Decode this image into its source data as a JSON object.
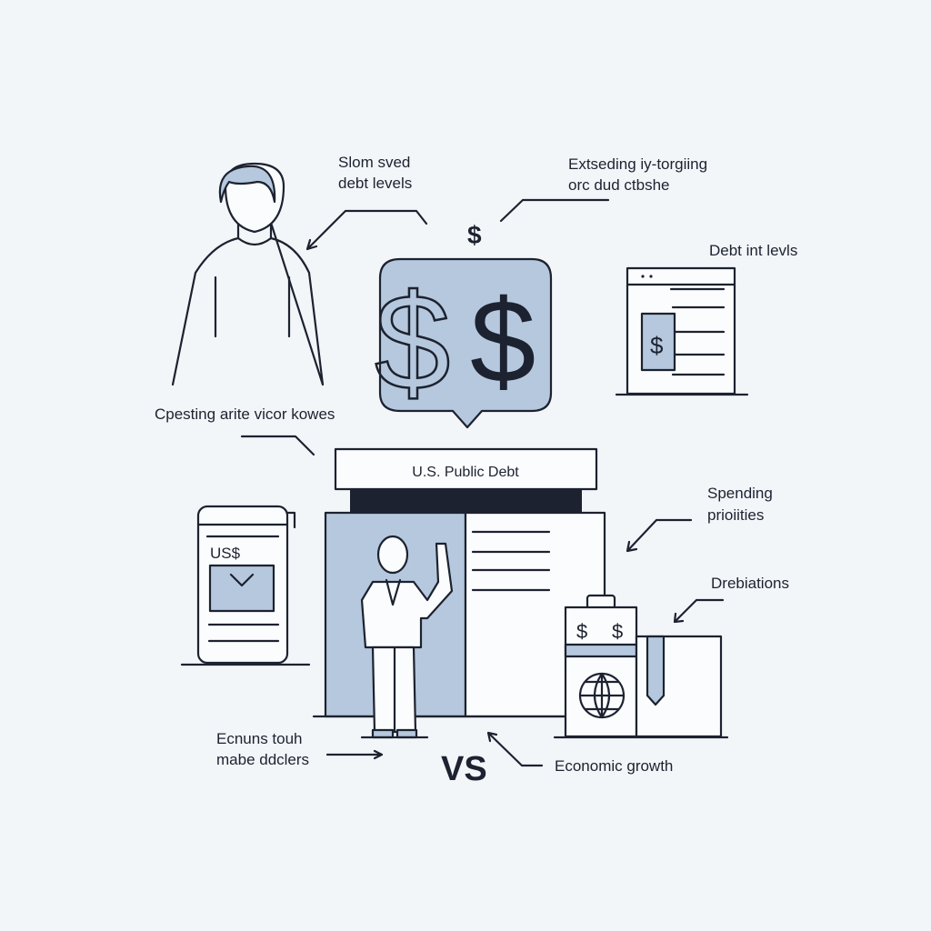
{
  "title": "U.S. Public Debt",
  "labels": {
    "top_left_1": "Slom sved",
    "top_left_2": "debt levels",
    "top_center_1": "Extseding iy-torgiing",
    "top_center_2": "orc dud ctbshe",
    "top_right": "Debt int levls",
    "middle_left": "Cpesting arite vicor kowes",
    "right_1": "Spending",
    "right_2": "prioiities",
    "right_3": "Drebiations",
    "bottom_left_1": "Ecnuns touh",
    "bottom_left_2": "mabe ddclers",
    "vs": "VS",
    "bottom_right": "Economic growth"
  },
  "symbols": {
    "small_dollar": "$",
    "bubble_dollar_1": "$",
    "bubble_dollar_2": "$",
    "doc_dollar": "$",
    "phone_currency": "US$",
    "briefcase_dollar_1": "$",
    "briefcase_dollar_2": "$"
  },
  "colors": {
    "ink": "#1c2230",
    "accent": "#b6c8dd",
    "background": "#f3f6f9"
  }
}
